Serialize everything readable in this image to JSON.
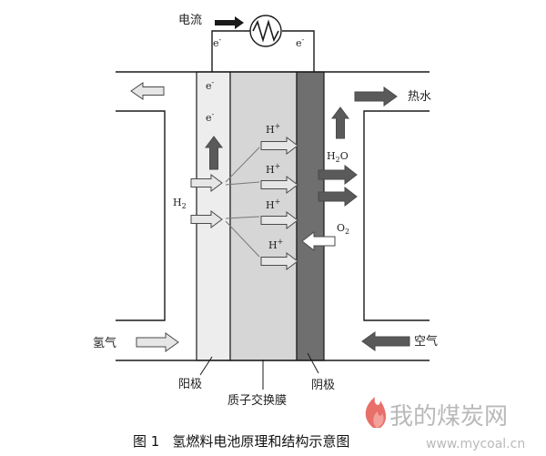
{
  "labels": {
    "current": "电流",
    "hot_water": "热水",
    "hydrogen_in": "氢气",
    "air_in": "空气",
    "anode": "阳极",
    "pem": "质子交换膜",
    "cathode": "阴极",
    "electron": "e",
    "electron_sup": "-",
    "proton": "H",
    "proton_sup": "+",
    "h2": "H",
    "h2_sub": "2",
    "h2o_h": "H",
    "h2o_sub": "2",
    "h2o_o": "O",
    "o2": "O",
    "o2_sub": "2"
  },
  "caption": {
    "fig_no": "图 1",
    "title": "氢燃料电池原理和结构示意图"
  },
  "watermark": {
    "brand": "我的煤炭网",
    "url": "www.mycoal.cn"
  },
  "colors": {
    "anode_fill": "#ededed",
    "pem_fill": "#d6d6d6",
    "cathode_fill": "#6f6f6f",
    "light_arrow": "#e6e6e6",
    "dark_arrow": "#5a5a5a",
    "line": "#1a1a1a",
    "flame": "#e4574f"
  }
}
